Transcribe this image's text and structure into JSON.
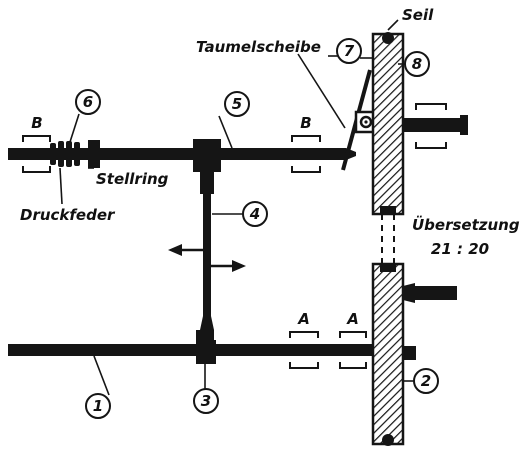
{
  "labels": {
    "seil": "Seil",
    "taumelscheibe": "Taumelscheibe",
    "stellring": "Stellring",
    "druckfeder": "Druckfeder",
    "uebersetzung": "Übersetzung",
    "ratio": "21 : 20"
  },
  "bearing_marks": {
    "b_left": "B",
    "b_right": "B",
    "a_left": "A",
    "a_right": "A"
  },
  "callouts": {
    "n1": "1",
    "n2": "2",
    "n3": "3",
    "n4": "4",
    "n5": "5",
    "n6": "6",
    "n7": "7",
    "n8": "8"
  }
}
